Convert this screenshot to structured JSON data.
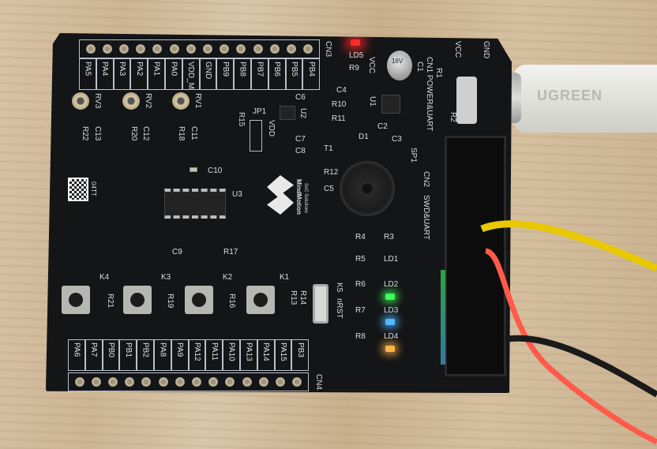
{
  "scene": {
    "description_none": ""
  },
  "cn3": {
    "label": "CN3",
    "pins": [
      "PA5",
      "PA4",
      "PA3",
      "PA2",
      "PA1",
      "PA0",
      "VDD_M",
      "GND",
      "PB9",
      "PB8",
      "PB7",
      "PB6",
      "PB5",
      "PB4"
    ]
  },
  "cn4": {
    "label": "CN4",
    "pins": [
      "PA6",
      "PA7",
      "PB0",
      "PB1",
      "PB2",
      "PA8",
      "PA9",
      "PA12",
      "PA11",
      "PA10",
      "PA13",
      "PA14",
      "PA15",
      "PB3"
    ]
  },
  "labels": {
    "rv3": "RV3",
    "rv2": "RV2",
    "rv1": "RV1",
    "r22": "R22",
    "c13": "C13",
    "r20": "R20",
    "c12": "C12",
    "r18": "R18",
    "c11": "C11",
    "c10": "C10",
    "u3": "U3",
    "jp1": "JP1",
    "r15": "R15",
    "vdd": "VDD",
    "c6": "C6",
    "u2": "U2",
    "c7": "C7",
    "c8": "C8",
    "ld5": "LD5",
    "vcc": "VCC",
    "r9": "R9",
    "c4": "C4",
    "r10": "R10",
    "r11": "R11",
    "u1": "U1",
    "c1": "C1",
    "cn1": "CN1 POWER&UART",
    "r1": "R1",
    "r2": "R2",
    "c2": "C2",
    "t1": "T1",
    "d1": "D1",
    "c3": "C3",
    "sp1": "SP1",
    "r12": "R12",
    "c5": "C5",
    "cn2": "CN2",
    "swd": "SWD&UART",
    "r4": "R4",
    "r3": "R3",
    "r5": "R5",
    "ld1": "LD1",
    "r6": "R6",
    "ld2": "LD2",
    "r7": "R7",
    "ld3": "LD3",
    "r8": "R8",
    "ld4": "LD4",
    "k1": "K1",
    "k2": "K2",
    "k3": "K3",
    "k4": "K4",
    "k5": "K5",
    "r21": "R21",
    "r19": "R19",
    "r16": "R16",
    "r13": "R13",
    "r14": "R14",
    "nrst": "nRST",
    "c9": "C9",
    "r17": "R17",
    "vcc_top": "VCC",
    "gnd_top": "GND",
    "qr": "04TT",
    "cap": "16V"
  },
  "logo": {
    "name": "MindMotion",
    "tagline": "SoC Solutions"
  },
  "cable": {
    "brand": "UGREEN"
  },
  "colors": {
    "board": "#141517",
    "led_red": "#ff2a2a",
    "led_green": "#3cff5a",
    "led_blue": "#4fb8ff",
    "led_orange": "#ffb347",
    "wire_yellow": "#e8c800",
    "wire_red": "#ff5a4a"
  }
}
